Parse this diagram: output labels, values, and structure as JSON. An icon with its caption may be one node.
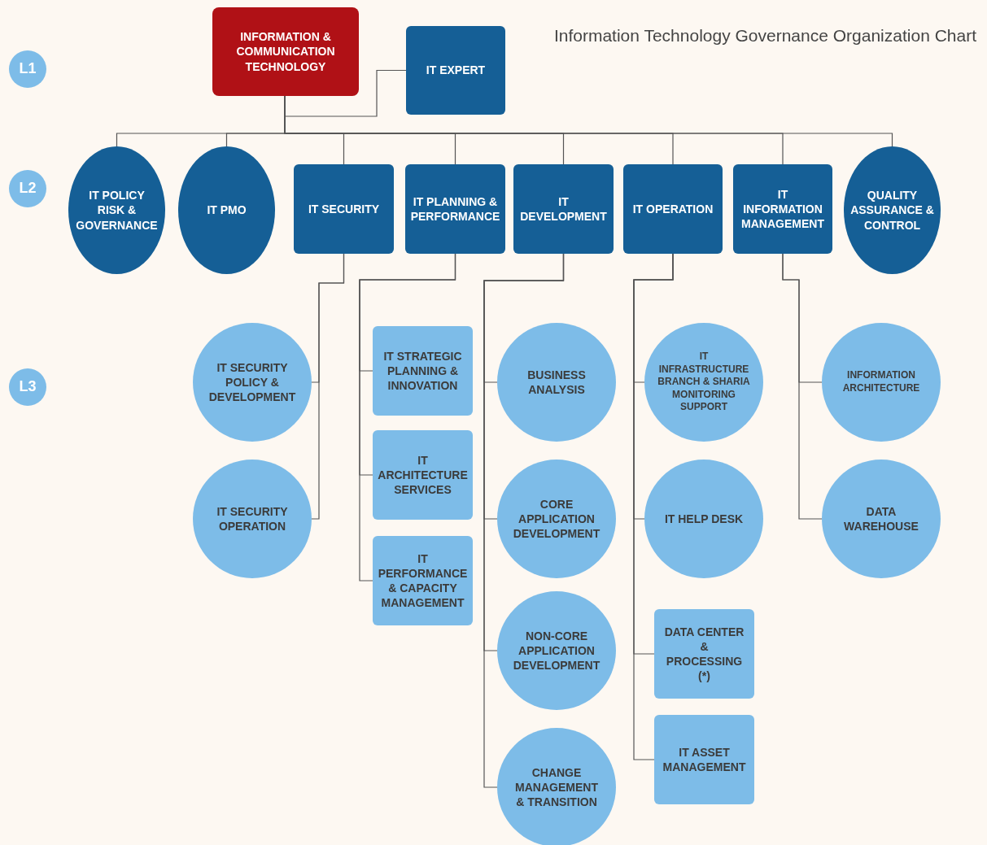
{
  "diagram": {
    "title": "Information Technology Governance Organization Chart",
    "nodes": [
      {
        "text": [
          "INFORMATION & COMMUNICATION TECHNOLOGY"
        ]
      },
      {
        "text": [
          "IT EXPERT"
        ]
      },
      {
        "text": [
          "L1"
        ]
      },
      {
        "text": [
          "L2"
        ]
      },
      {
        "text": [
          "IT POLICY RISK & GOVERNANCE"
        ]
      },
      {
        "text": [
          "IT PMO"
        ]
      },
      {
        "text": [
          "IT SECURITY"
        ]
      },
      {
        "text": [
          "IT PLANNING & PERFORMANCE"
        ]
      },
      {
        "text": [
          "IT DEVELOPMENT"
        ]
      },
      {
        "text": [
          "IT OPERATION"
        ]
      },
      {
        "text": [
          "IT INFORMATION MANAGEMENT"
        ]
      },
      {
        "text": [
          "QUALITY ASSURANCE & CONTROL"
        ]
      },
      {
        "text": [
          "L3"
        ]
      },
      {
        "text": [
          "IT SECURITY POLICY & DEVELOPMENT"
        ]
      },
      {
        "text": [
          "IT STRATEGIC PLANNING & INNOVATION"
        ]
      },
      {
        "text": [
          "BUSINESS ANALYSIS"
        ]
      },
      {
        "text": [
          "IT INFRASTRUCTURE BRANCH & SHARIA MONITORING SUPPORT"
        ]
      },
      {
        "text": [
          "INFORMATION ARCHITECTURE"
        ]
      },
      {
        "text": [
          "IT SECURITY OPERATION"
        ]
      },
      {
        "text": [
          "IT ARCHITECTURE SERVICES"
        ]
      },
      {
        "text": [
          "CORE APPLICATION DEVELOPMENT"
        ]
      },
      {
        "text": [
          "IT HELP DESK"
        ]
      },
      {
        "text": [
          "DATA WAREHOUSE"
        ]
      },
      {
        "text": [
          "IT PERFORMANCE & CAPACITY MANAGEMENT"
        ]
      },
      {
        "text": [
          "NON-CORE APPLICATION DEVELOPMENT"
        ]
      },
      {
        "text": [
          "DATA CENTER & PROCESSING (*)"
        ]
      },
      {
        "text": [
          "CHANGE MANAGEMENT & TRANSITION"
        ]
      },
      {
        "text": [
          "IT ASSET MANAGEMENT"
        ]
      }
    ],
    "edges": [
      {
        "from": 0,
        "to": 1,
        "arrow": "none"
      },
      {
        "from": 0,
        "to": 4,
        "arrow": "none"
      },
      {
        "from": 0,
        "to": 5,
        "arrow": "none"
      },
      {
        "from": 0,
        "to": 6,
        "arrow": "none"
      },
      {
        "from": 0,
        "to": 7,
        "arrow": "none"
      },
      {
        "from": 0,
        "to": 8,
        "arrow": "none"
      },
      {
        "from": 0,
        "to": 9,
        "arrow": "none"
      },
      {
        "from": 0,
        "to": 10,
        "arrow": "none"
      },
      {
        "from": 0,
        "to": 11,
        "arrow": "none"
      },
      {
        "from": 6,
        "to": 13,
        "arrow": "none"
      },
      {
        "from": 6,
        "to": 18,
        "arrow": "none"
      },
      {
        "from": 7,
        "to": 14,
        "arrow": "none"
      },
      {
        "from": 7,
        "to": 19,
        "arrow": "none"
      },
      {
        "from": 7,
        "to": 23,
        "arrow": "none"
      },
      {
        "from": 8,
        "to": 15,
        "arrow": "none"
      },
      {
        "from": 8,
        "to": 20,
        "arrow": "none"
      },
      {
        "from": 8,
        "to": 24,
        "arrow": "none"
      },
      {
        "from": 8,
        "to": 26,
        "arrow": "none"
      },
      {
        "from": 9,
        "to": 16,
        "arrow": "none"
      },
      {
        "from": 9,
        "to": 21,
        "arrow": "none"
      },
      {
        "from": 9,
        "to": 25,
        "arrow": "none"
      },
      {
        "from": 9,
        "to": 27,
        "arrow": "none"
      },
      {
        "from": 10,
        "to": 17,
        "arrow": "none"
      },
      {
        "from": 10,
        "to": 22,
        "arrow": "none"
      }
    ]
  }
}
